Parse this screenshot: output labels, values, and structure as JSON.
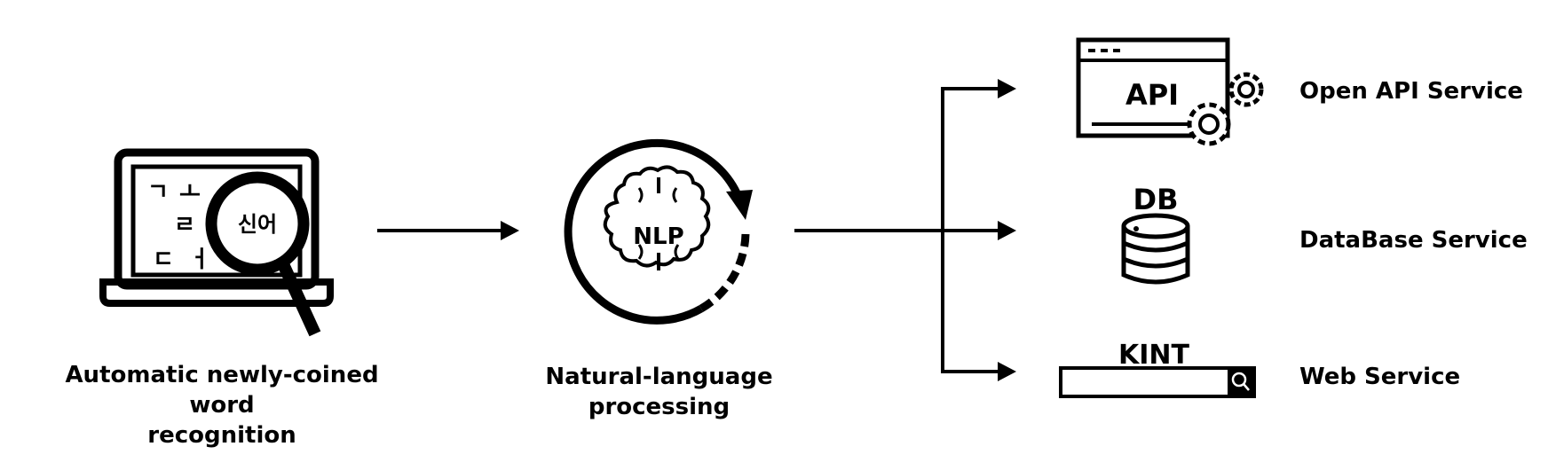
{
  "stages": {
    "recognition": {
      "label_line1": "Automatic newly-coined word",
      "label_line2": "recognition",
      "screen_chars": [
        "ㄱ",
        "ㅗ",
        "ㄹ",
        "ㄷ",
        "ㅓ"
      ],
      "lens_text": "신어"
    },
    "nlp": {
      "label_line1": "Natural-language",
      "label_line2": "processing",
      "icon_text": "NLP"
    }
  },
  "services": [
    {
      "name": "Open API Service",
      "icon_text": "API"
    },
    {
      "name": "DataBase Service",
      "icon_text": "DB"
    },
    {
      "name": "Web Service",
      "icon_text": "KINT"
    }
  ]
}
